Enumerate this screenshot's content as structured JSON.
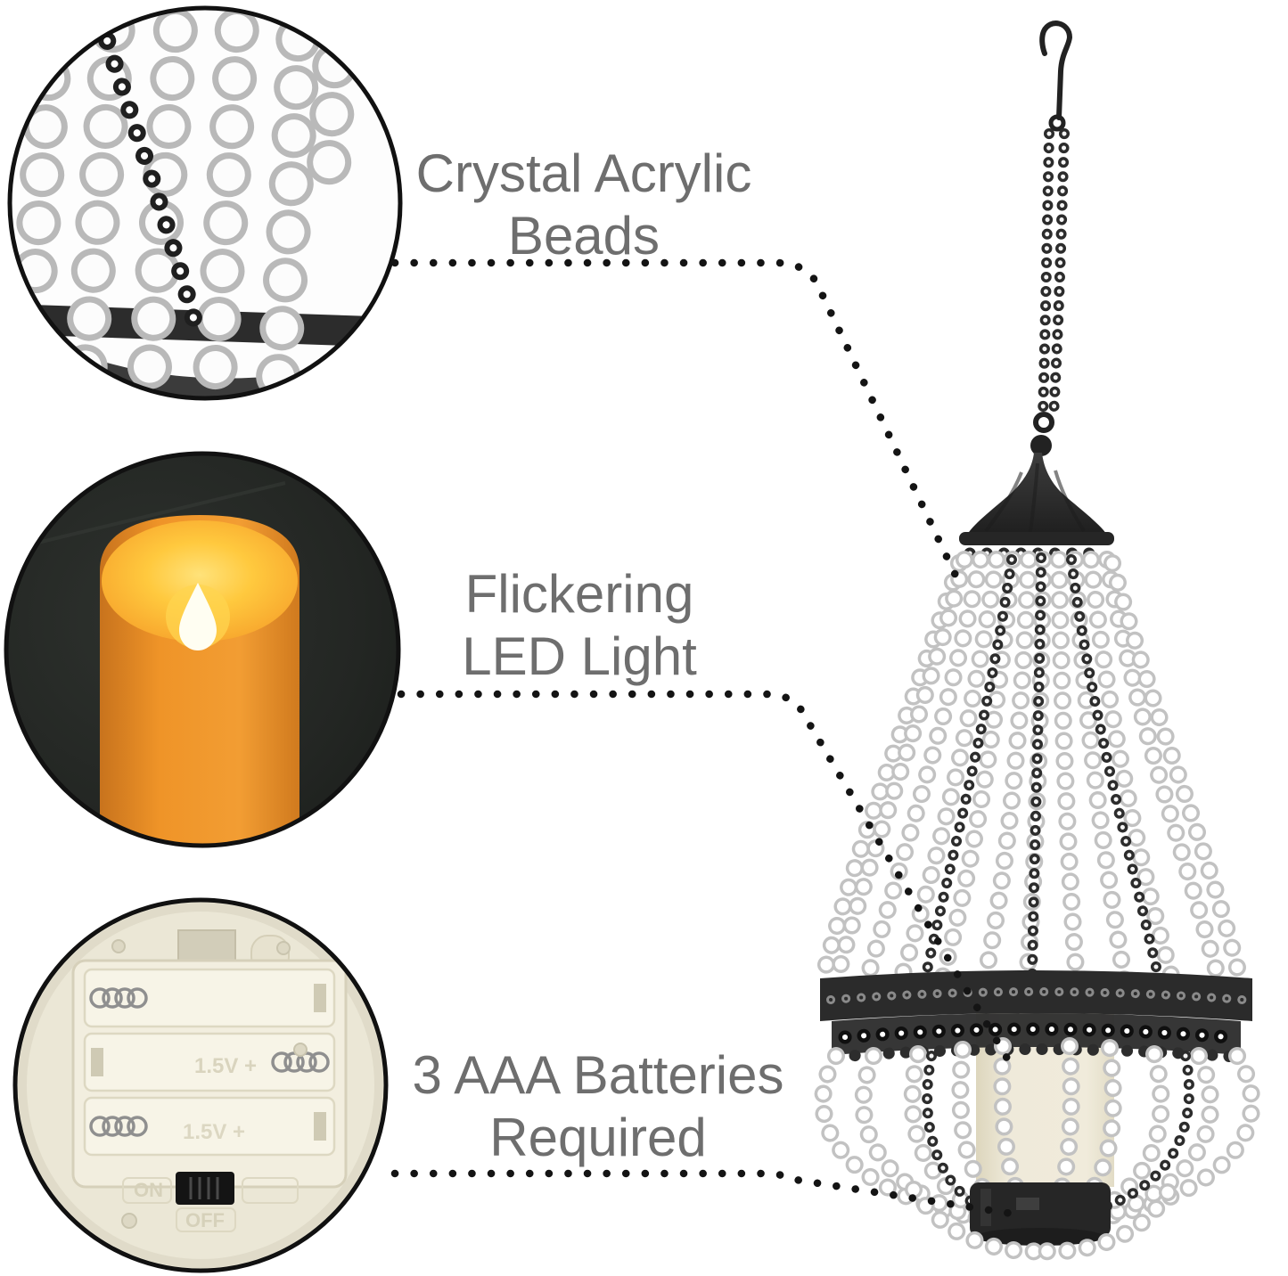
{
  "labels": {
    "beads": {
      "line1": "Crystal Acrylic",
      "line2": "Beads"
    },
    "led": {
      "line1": "Flickering",
      "line2": "LED Light"
    },
    "battery": {
      "line1": "3 AAA Batteries",
      "line2": "Required"
    }
  },
  "battery_compartment": {
    "switch_on": "ON",
    "switch_off": "OFF",
    "slot_marking": "1.5V +"
  },
  "colors": {
    "label_text": "#6e6e6e",
    "leader_dots": "#141414",
    "metal_dark": "#2c2c2c",
    "bead_outline": "#c2c2c2",
    "candle_ivory": "#ece8d6",
    "candle_orange": "#f09a30",
    "glow_yellow": "#ffd257",
    "flame_white": "#fffef2",
    "battery_cream": "#ebe7d6"
  }
}
